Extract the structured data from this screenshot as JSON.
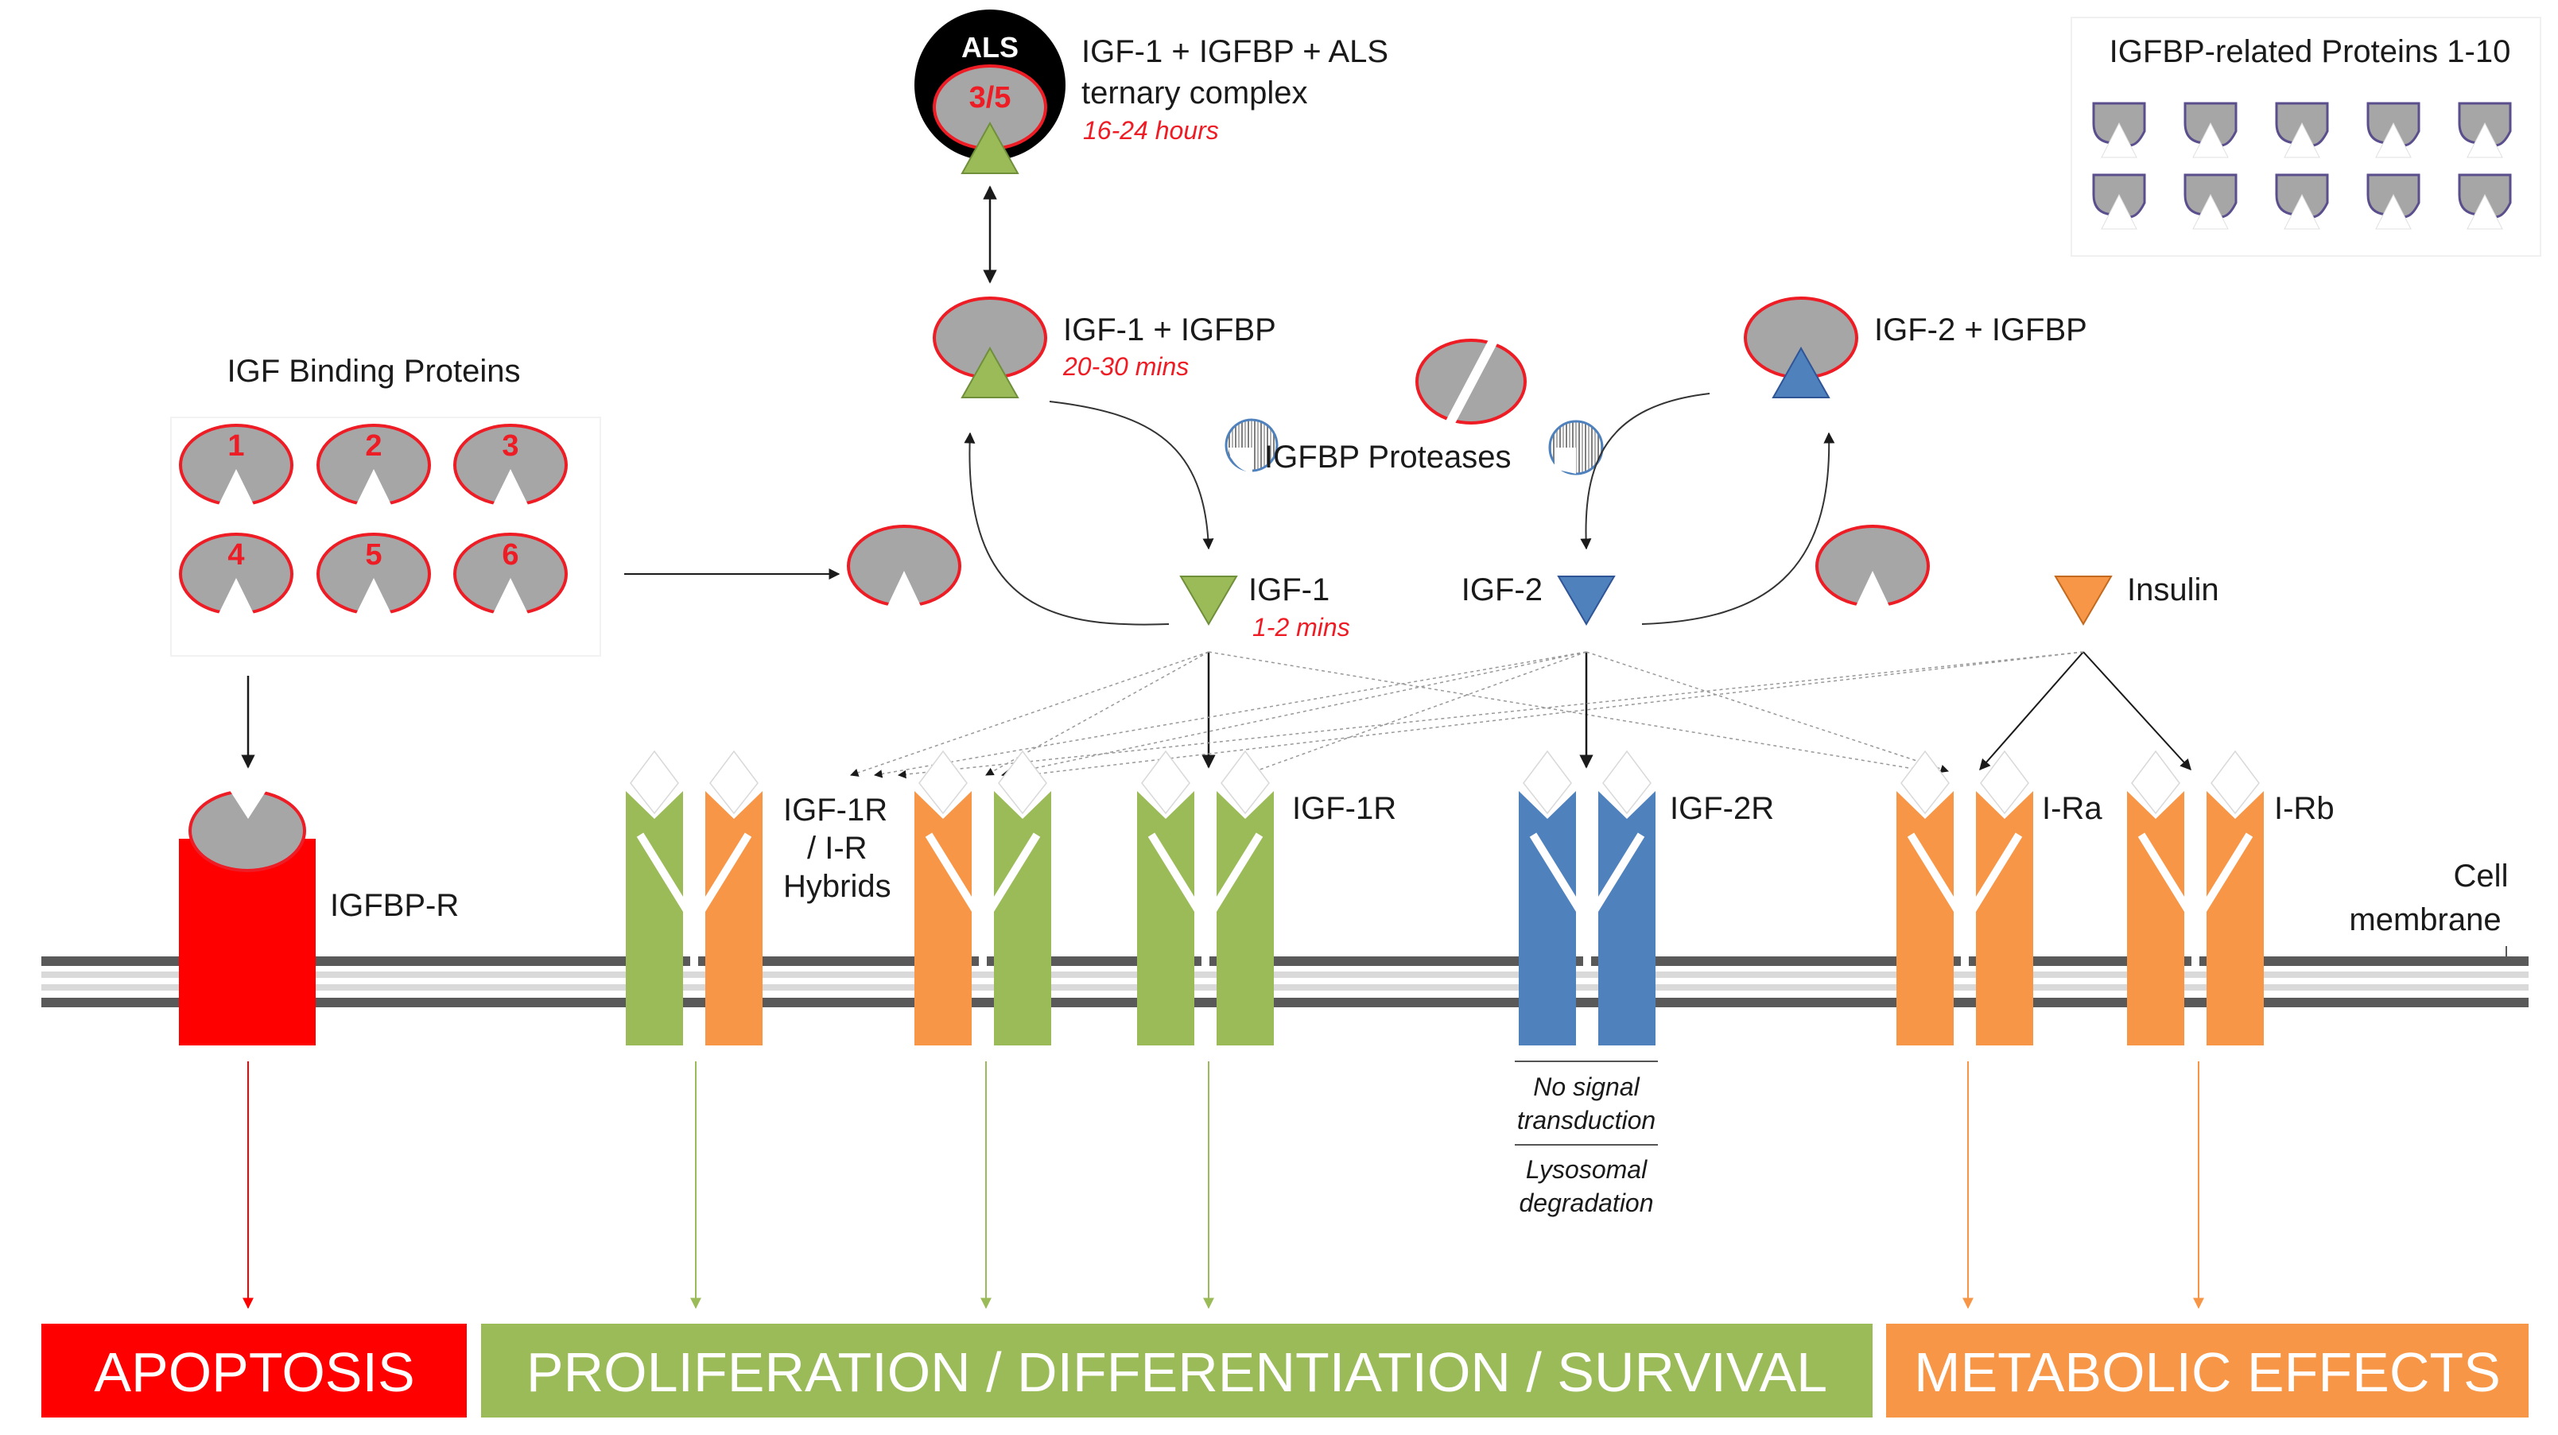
{
  "colors": {
    "igf1": "#9bbb59",
    "igf2": "#4f81bd",
    "insulin": "#f79646",
    "igfbp_r": "#ff0000",
    "bp_fill": "#a6a6a6",
    "bp_stroke": "#ee1c24",
    "membrane": "#595959",
    "time_text": "#ee1c24"
  },
  "ternary": {
    "als_label": "ALS",
    "bp_label": "3/5",
    "title_line1": "IGF-1 + IGFBP + ALS",
    "title_line2": "ternary complex",
    "time": "16-24 hours"
  },
  "igf1_complex": {
    "label": "IGF-1 + IGFBP",
    "time": "20-30 mins"
  },
  "igf2_complex": {
    "label": "IGF-2 + IGFBP"
  },
  "proteases": {
    "label": "IGFBP Proteases"
  },
  "binding_proteins": {
    "title": "IGF Binding Proteins",
    "numbers": [
      "1",
      "2",
      "3",
      "4",
      "5",
      "6"
    ]
  },
  "related_proteins": {
    "title": "IGFBP-related Proteins 1-10"
  },
  "ligands": {
    "igf1": {
      "label": "IGF-1",
      "time": "1-2 mins"
    },
    "igf2": {
      "label": "IGF-2"
    },
    "insulin": {
      "label": "Insulin"
    }
  },
  "receptors": {
    "igfbp_r": "IGFBP-R",
    "hybrid_line1": "IGF-1R",
    "hybrid_line2": "/ I-R",
    "hybrid_line3": "Hybrids",
    "igf1r": "IGF-1R",
    "igf2r": "IGF-2R",
    "ira": "I-Ra",
    "irb": "I-Rb"
  },
  "membrane": {
    "line1": "Cell",
    "line2": "membrane"
  },
  "igf2r_notes": {
    "line1": "No signal",
    "line2": "transduction",
    "line3": "Lysosomal",
    "line4": "degradation"
  },
  "outcomes": {
    "apoptosis": "APOPTOSIS",
    "proliferation": "PROLIFERATION / DIFFERENTIATION / SURVIVAL",
    "metabolic": "METABOLIC EFFECTS"
  }
}
